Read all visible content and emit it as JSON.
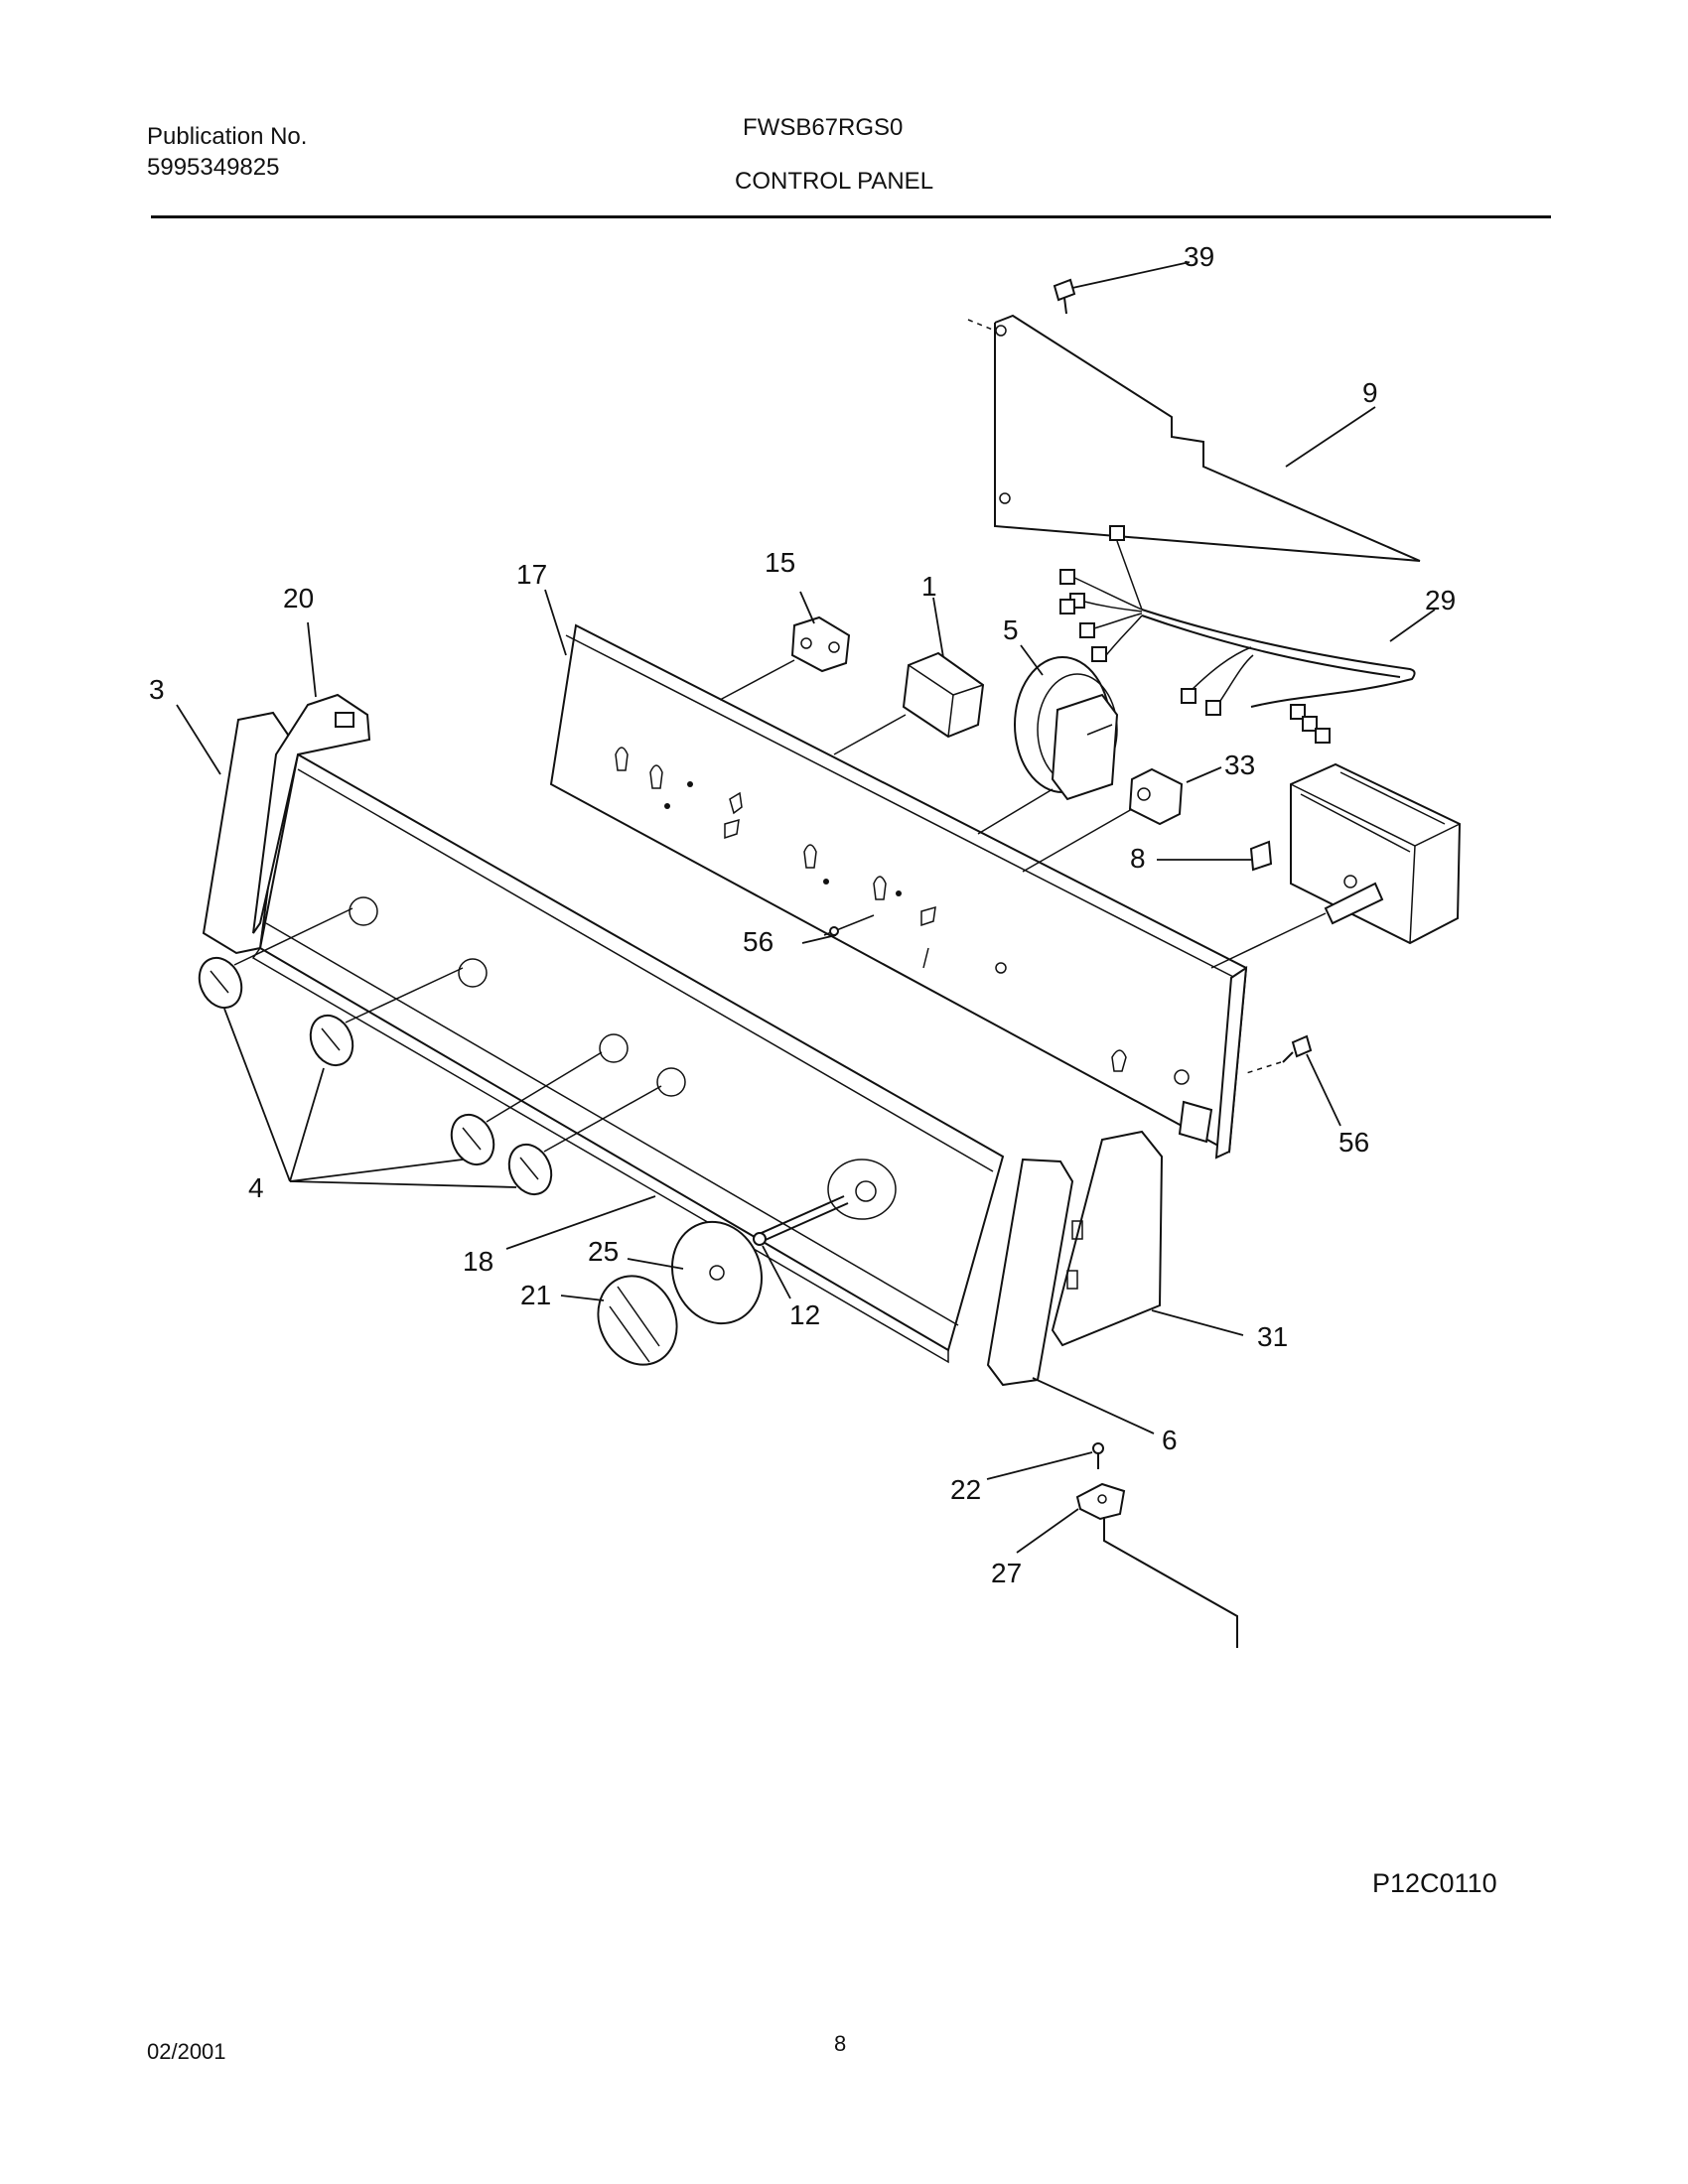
{
  "header": {
    "publication_label": "Publication No.",
    "publication_number": "5995349825",
    "model": "FWSB67RGS0",
    "section": "CONTROL PANEL"
  },
  "footer": {
    "date": "02/2001",
    "page": "8",
    "drawing_code": "P12C0110"
  },
  "callouts": [
    "39",
    "9",
    "29",
    "15",
    "17",
    "1",
    "5",
    "20",
    "3",
    "33",
    "8",
    "56",
    "56",
    "4",
    "18",
    "25",
    "21",
    "12",
    "31",
    "6",
    "22",
    "27"
  ]
}
